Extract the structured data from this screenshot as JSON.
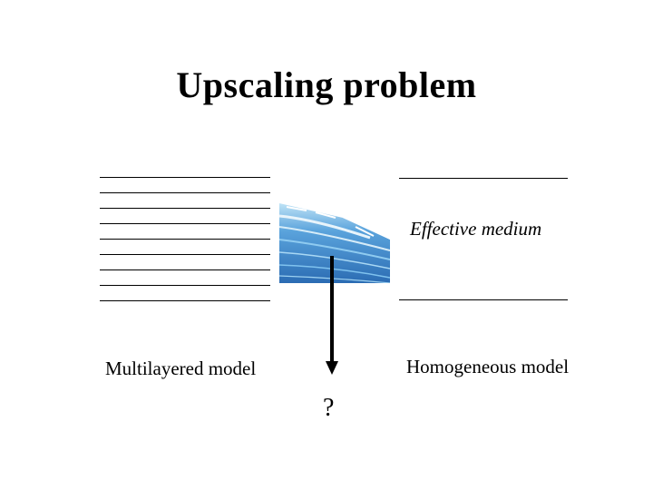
{
  "title": "Upscaling problem",
  "left_model": {
    "label": "Multilayered model",
    "layer_lines": 9
  },
  "right_model": {
    "label": "Homogeneous model",
    "medium_label": "Effective medium"
  },
  "question_mark": "?",
  "colors": {
    "water_dark": "#2e6fb8",
    "water_light": "#7fc2ee",
    "foam": "#e8f4fb"
  }
}
